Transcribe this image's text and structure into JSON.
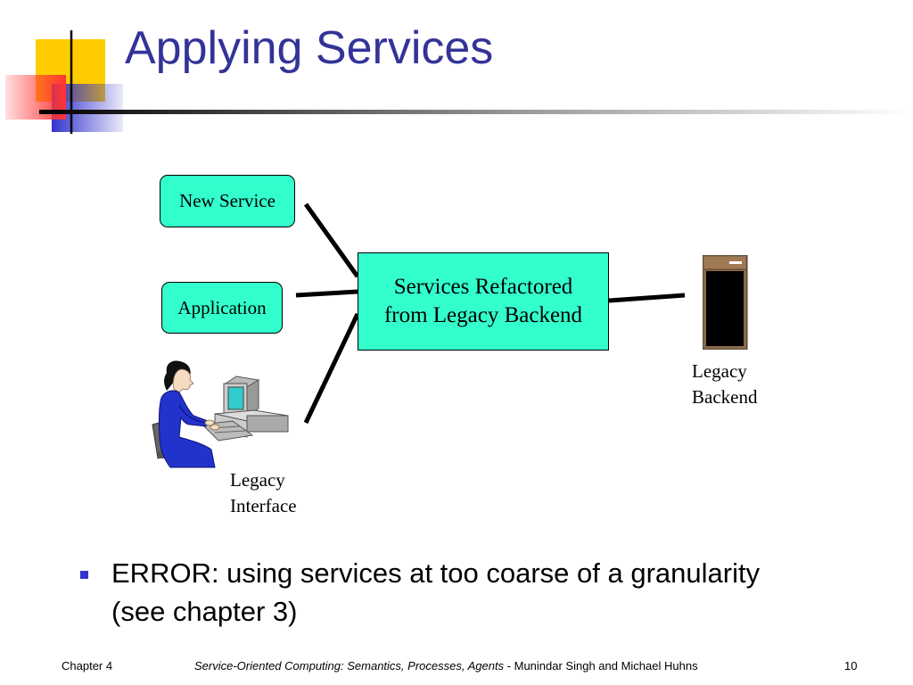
{
  "slide": {
    "title": "Applying Services",
    "accent_colors": {
      "title": "#333399",
      "box_fill": "#33ffcc",
      "bullet": "#3333cc",
      "corner_yellow": "#ffcc00",
      "corner_red": "#ff3333",
      "corner_blue": "#3333cc"
    }
  },
  "diagram": {
    "nodes": {
      "new_service": "New Service",
      "application": "Application",
      "central_line1": "Services Refactored",
      "central_line2": "from Legacy Backend",
      "legacy_interface_line1": "Legacy",
      "legacy_interface_line2": "Interface",
      "legacy_backend_line1": "Legacy",
      "legacy_backend_line2": "Backend"
    },
    "icons": [
      "person-at-computer-icon",
      "server-tower-icon"
    ]
  },
  "bullets": [
    {
      "line1": "ERROR: using services at too coarse of a granularity",
      "line2": "(see chapter 3)"
    }
  ],
  "footer": {
    "chapter": "Chapter 4",
    "book_title": "Service-Oriented Computing: Semantics, Processes, Agents",
    "authors": " - Munindar Singh and Michael Huhns",
    "page": "10"
  }
}
